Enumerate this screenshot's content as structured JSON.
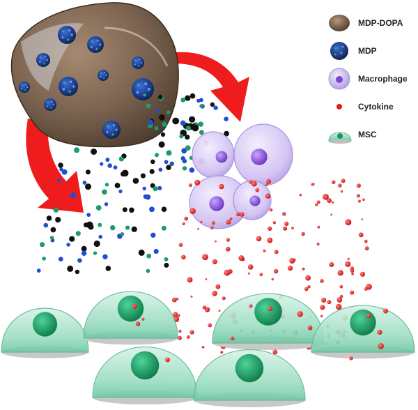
{
  "legend": {
    "items": [
      {
        "key": "mdp_dopa",
        "label": "MDP-DOPA",
        "icon": "scaffold-icon",
        "color": "#7a5a3e"
      },
      {
        "key": "mdp",
        "label": "MDP",
        "icon": "microparticle-icon",
        "color": "#1d3f8a"
      },
      {
        "key": "macrophage",
        "label": "Macrophage",
        "icon": "macrophage-icon",
        "color": "#c9b6ef"
      },
      {
        "key": "cytokine",
        "label": "Cytokine",
        "icon": "cytokine-dot-icon",
        "color": "#e21b1b"
      },
      {
        "key": "msc",
        "label": "MSC",
        "icon": "msc-cell-icon",
        "color": "#6fd1aa"
      }
    ]
  },
  "colors": {
    "arrow": "#ee1c1c",
    "particle_black": "#111111",
    "particle_blue": "#1f4fd1",
    "particle_green": "#1e9a6c",
    "msc_body": "#a7e4cc",
    "msc_nucleus": "#129a5e",
    "macrophage_body": "#d9cdf5",
    "macrophage_nucleus": "#8a57d6"
  }
}
